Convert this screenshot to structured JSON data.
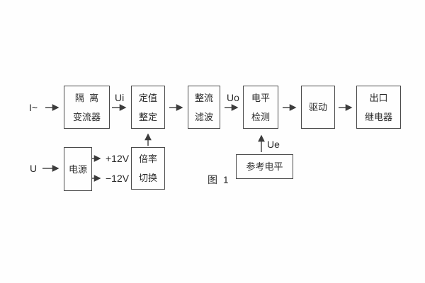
{
  "figure": {
    "caption": "图 1",
    "inputs": {
      "current": "I~",
      "voltage": "U"
    },
    "signals": {
      "ui": "Ui",
      "uo": "Uo",
      "ue": "Ue",
      "plus12": "+12V",
      "minus12": "−12V"
    },
    "blocks": {
      "isolation": {
        "line1": "隔  离",
        "line2": "变流器"
      },
      "setting": {
        "line1": "定值",
        "line2": "整定"
      },
      "rectifier": {
        "line1": "整流",
        "line2": "滤波"
      },
      "level": {
        "line1": "电平",
        "line2": "检测"
      },
      "driver": {
        "line1": "驱动"
      },
      "relay": {
        "line1": "出口",
        "line2": "继电器"
      },
      "power": {
        "line1": "电源"
      },
      "ratio": {
        "line1": "倍率",
        "line2": "切换"
      },
      "reference": {
        "line1": "参考电平"
      }
    },
    "colors": {
      "line": "#4a4a4a",
      "text": "#2b2b2b",
      "background": "#fefefe"
    }
  }
}
